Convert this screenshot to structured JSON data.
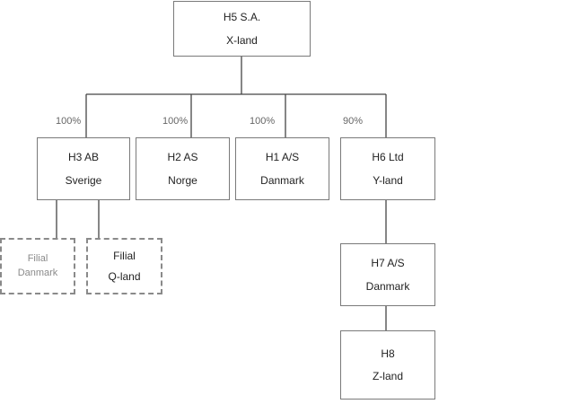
{
  "entities": {
    "h5": {
      "name": "H5 S.A.",
      "country": "X-land"
    },
    "h3": {
      "name": "H3 AB",
      "country": "Sverige"
    },
    "h2": {
      "name": "H2 AS",
      "country": "Norge"
    },
    "h1": {
      "name": "H1 A/S",
      "country": "Danmark"
    },
    "h6": {
      "name": "H6 Ltd",
      "country": "Y-land"
    },
    "h7": {
      "name": "H7 A/S",
      "country": "Danmark"
    },
    "h8": {
      "name": "H8",
      "country": "Z-land"
    }
  },
  "branches": {
    "filial_danmark": {
      "name": "Filial",
      "country": "Danmark"
    },
    "filial_qland": {
      "name": "Filial",
      "country": "Q-land"
    }
  },
  "ownership": {
    "h3": "100%",
    "h2": "100%",
    "h1": "100%",
    "h6": "90%"
  },
  "colors": {
    "border": "#7a7a7a",
    "line": "#444444",
    "faint_text": "#8a8a8a"
  }
}
